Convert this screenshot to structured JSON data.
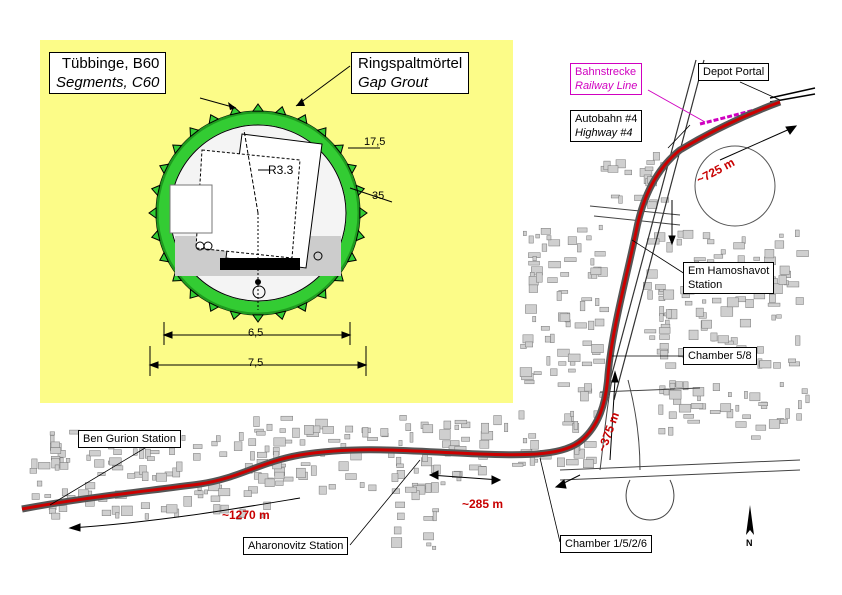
{
  "inset": {
    "segments_label": "Tübbinge, B60",
    "segments_label_en": "Segments, C60",
    "grout_label": "Ringspaltmörtel",
    "grout_label_en": "Gap Grout",
    "radius_label": "R3.3",
    "dim_17_5": "17,5",
    "dim_35": "35",
    "dim_inner": "6,5",
    "dim_outer": "7,5",
    "colors": {
      "background": "#fcfc88",
      "ring": "#33cc33"
    }
  },
  "map_labels": {
    "railway_de": "Bahnstrecke",
    "railway_en": "Railway Line",
    "depot": "Depot Portal",
    "highway_de": "Autobahn #4",
    "highway_en": "Highway #4",
    "em_hamoshavot_1": "Em Hamoshavot",
    "em_hamoshavot_2": "Station",
    "chamber_58": "Chamber 5/8",
    "ben_gurion": "Ben Gurion Station",
    "aharonovitz": "Aharonovitz Station",
    "chamber_1526": "Chamber 1/5/2/6",
    "north": "N"
  },
  "distances": {
    "d725": "~725 m",
    "d375": "~375 m",
    "d285": "~285 m",
    "d1270": "~1270 m"
  },
  "colors": {
    "tunnel": "#cc0000",
    "railway": "#d000c0"
  }
}
